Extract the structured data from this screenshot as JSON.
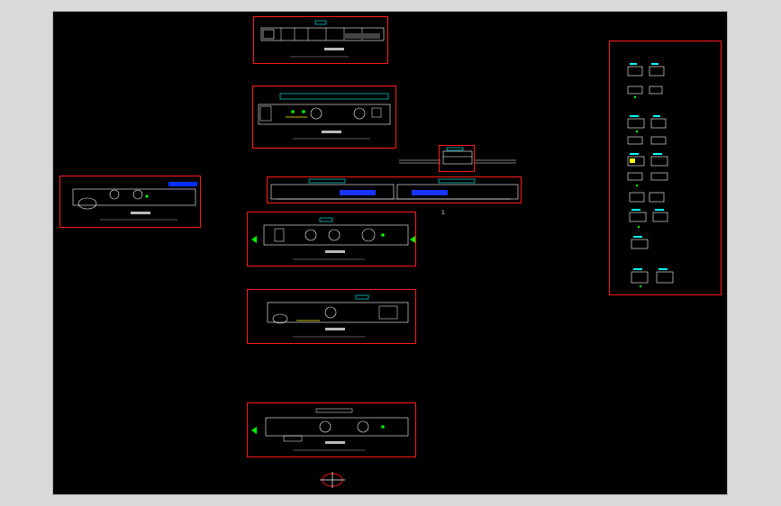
{
  "colors": {
    "workspace": "#d9d9d9",
    "paper": "#000000",
    "frame": "#ff1a1a",
    "line": "#ffffff",
    "dim": "#00ffff",
    "accent_green": "#00ff00",
    "accent_blue": "#2040ff",
    "accent_yellow": "#ffff00"
  },
  "icons": [
    "drawing-icon",
    "north-arrow-icon",
    "crosshair-icon"
  ],
  "sheets": [
    {
      "id": "sheet-top",
      "title": "",
      "caption": ""
    },
    {
      "id": "sheet-second",
      "title": "",
      "caption": ""
    },
    {
      "id": "sheet-left",
      "title": "",
      "caption": ""
    },
    {
      "id": "sheet-mid1",
      "title": "",
      "caption": ""
    },
    {
      "id": "sheet-mid2",
      "title": "",
      "caption": ""
    },
    {
      "id": "sheet-bottom",
      "title": "",
      "caption": ""
    },
    {
      "id": "sheet-elevation",
      "title": "",
      "caption": ""
    },
    {
      "id": "sheet-detail",
      "title": "",
      "caption": ""
    },
    {
      "id": "sheet-details-right",
      "title": "",
      "caption": ""
    }
  ],
  "small_mark": "1"
}
